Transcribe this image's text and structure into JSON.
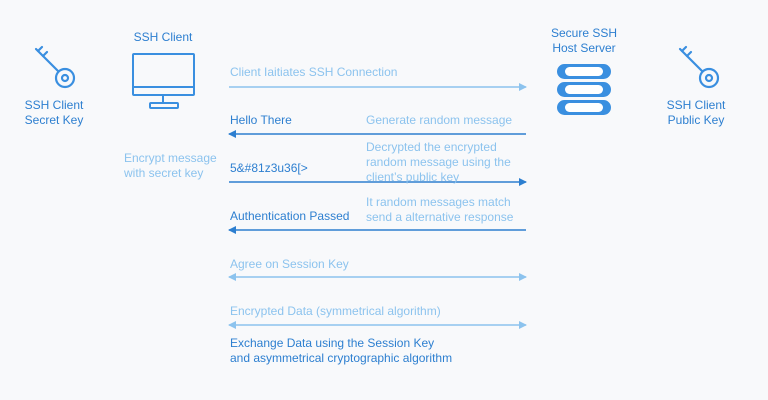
{
  "colors": {
    "light": "#8cc3ee",
    "dark": "#2d7fd0",
    "icon": "#3a8fe0",
    "background": "#f8f9fb"
  },
  "left_key_label": [
    "SSH Client",
    "Secret Key"
  ],
  "right_key_label": [
    "SSH Client",
    "Public Key"
  ],
  "client_title": "SSH Client",
  "server_title": [
    "Secure SSH",
    "Host Server"
  ],
  "encrypt_note": [
    "Encrypt message",
    "with secret key"
  ],
  "steps": {
    "initiate": "Client Iaitiates SSH Connection",
    "hello": "Hello There",
    "generate": "Generate random message",
    "decrypt_note": [
      "Decrypted the encrypted",
      "random message using the",
      "client’s public key"
    ],
    "cipher": "5&#81z3u36[>",
    "match_note": [
      "It random messages match",
      "send a alternative response"
    ],
    "auth": "Authentication Passed",
    "session": "Agree on Session Key",
    "encrypted_data": "Encrypted Data (symmetrical algorithm)",
    "exchange": [
      "Exchange Data using the Session Key",
      "and asymmetrical cryptographic algorithm"
    ]
  },
  "icons": {
    "left_key": "key-icon",
    "right_key": "key-icon",
    "client": "monitor-icon",
    "server": "database-icon"
  }
}
